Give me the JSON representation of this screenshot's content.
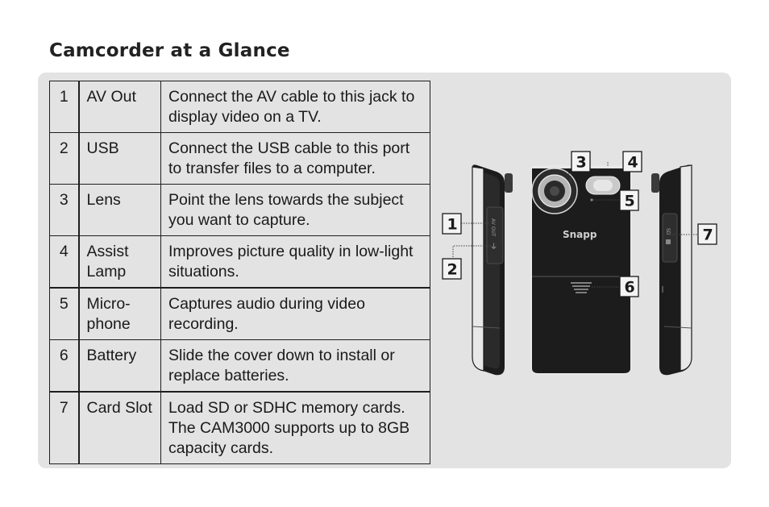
{
  "page": {
    "title": "Camcorder at a Glance"
  },
  "table": {
    "rows": [
      {
        "num": "1",
        "name": "AV Out",
        "desc": "Connect the AV cable to this jack to display video on a TV."
      },
      {
        "num": "2",
        "name": "USB",
        "desc": "Connect the USB cable to this port to transfer files to a computer."
      },
      {
        "num": "3",
        "name": "Lens",
        "desc": "Point the lens towards the subject you want to capture."
      },
      {
        "num": "4",
        "name": "Assist Lamp",
        "desc": "Improves picture quality in low-light situations."
      },
      {
        "num": "5",
        "name": "Micro-phone",
        "desc": "Captures audio during video recording."
      },
      {
        "num": "6",
        "name": "Battery",
        "desc": "Slide the cover down to install or replace batteries."
      },
      {
        "num": "7",
        "name": "Card Slot",
        "desc": "Load SD or SDHC memory cards. The CAM3000 supports up to 8GB capacity cards."
      }
    ]
  },
  "device": {
    "brand_text": "Snapp",
    "callouts": [
      "1",
      "2",
      "3",
      "4",
      "5",
      "6",
      "7"
    ]
  },
  "colors": {
    "panel": "#e3e3e3",
    "body_dark": "#1c1c1c",
    "text": "#1a1a1a"
  }
}
